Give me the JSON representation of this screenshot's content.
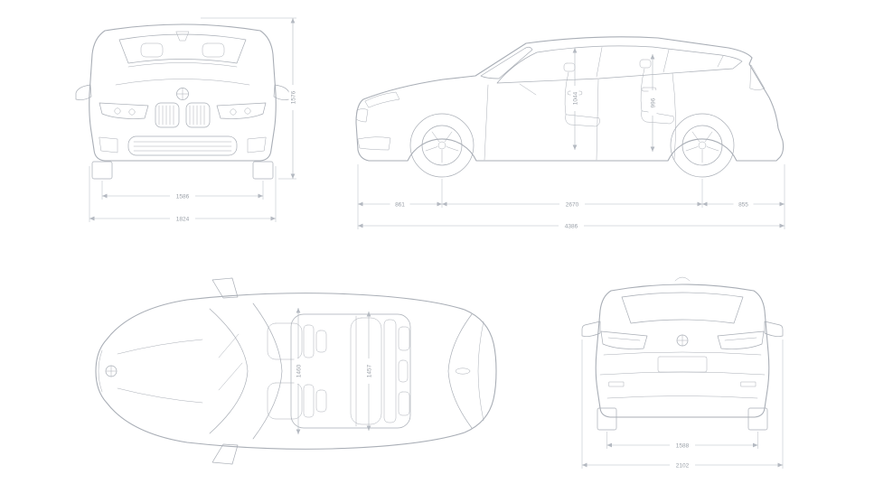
{
  "diagram": {
    "type": "vehicle-dimension-blueprint",
    "background": "#ffffff",
    "line_color": "#a9aeb6",
    "dimension_line_color": "#b4b9c1",
    "label_color": "#9aa0a8"
  },
  "front_view": {
    "dims": {
      "track": "1586",
      "width": "1824",
      "height": "1576"
    }
  },
  "side_view": {
    "dims": {
      "front_overhang": "861",
      "wheelbase": "2670",
      "rear_overhang": "855",
      "length": "4386",
      "front_headroom": "1044",
      "rear_headroom": "996"
    }
  },
  "top_view": {
    "dims": {
      "front_interior_width": "1460",
      "rear_interior_width": "1457"
    }
  },
  "rear_view": {
    "dims": {
      "track": "1588",
      "width_mirrors": "2102"
    }
  }
}
